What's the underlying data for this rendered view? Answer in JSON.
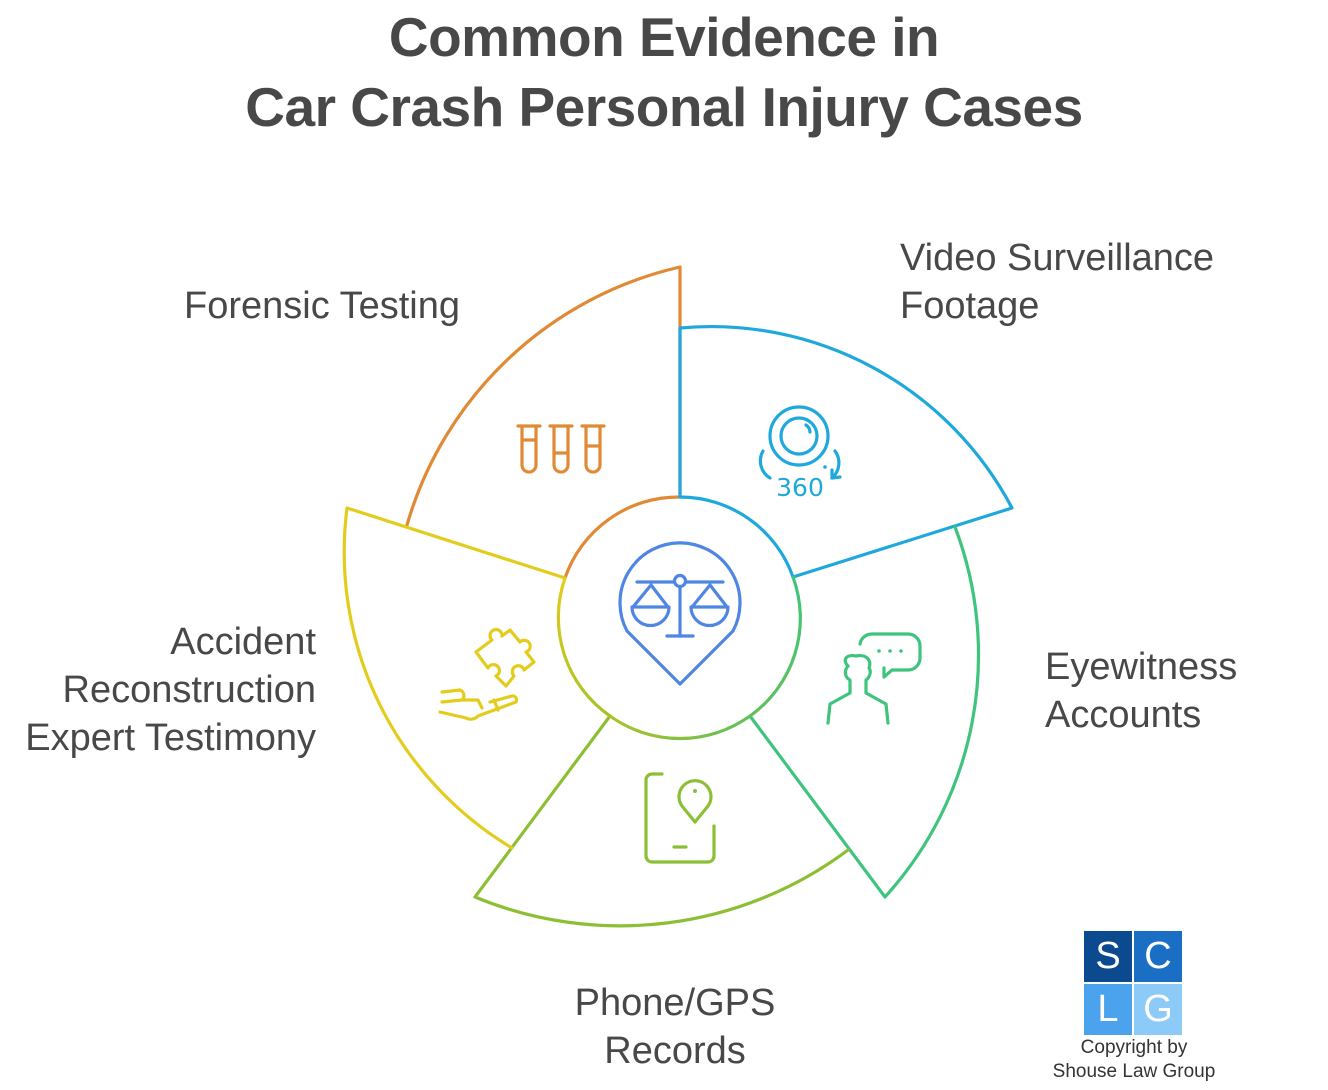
{
  "title": {
    "line1": "Common Evidence in",
    "line2": "Car Crash Personal Injury Cases"
  },
  "center": {
    "icon": "scales-of-justice-pin-icon",
    "color": "#4f86e3"
  },
  "segments": [
    {
      "id": "forensic-testing",
      "label_lines": [
        "Forensic Testing"
      ],
      "icon": "test-tubes-icon",
      "color": "#e08a36"
    },
    {
      "id": "video-surveillance",
      "label_lines": [
        "Video Surveillance",
        "Footage"
      ],
      "icon": "360-camera-icon",
      "icon_text": "360",
      "color": "#1fa8dc"
    },
    {
      "id": "eyewitness-accounts",
      "label_lines": [
        "Eyewitness",
        "Accounts"
      ],
      "icon": "person-speech-bubble-icon",
      "color": "#3ec47d"
    },
    {
      "id": "phone-gps-records",
      "label_lines": [
        "Phone/GPS",
        "Records"
      ],
      "icon": "phone-location-pin-icon",
      "color": "#8dbf35"
    },
    {
      "id": "accident-reconstruction",
      "label_lines": [
        "Accident",
        "Reconstruction",
        "Expert Testimony"
      ],
      "icon": "hand-puzzle-piece-icon",
      "color": "#e3cc1c"
    }
  ],
  "logo": {
    "letters": [
      "S",
      "C",
      "L",
      "G"
    ],
    "colors": [
      "#0b4a8f",
      "#1a6fc4",
      "#4aa3ec",
      "#8ccaf7"
    ]
  },
  "copyright": {
    "line1": "Copyright by",
    "line2": "Shouse Law Group"
  }
}
